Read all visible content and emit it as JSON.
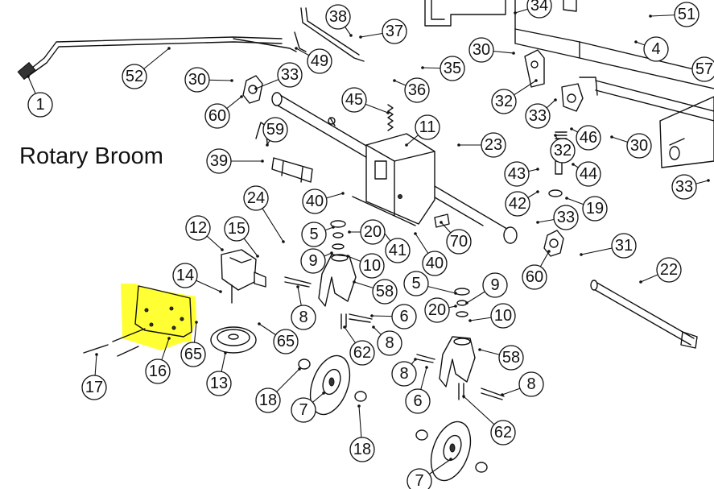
{
  "diagram": {
    "title": "Rotary Broom",
    "highlight_color": "#ffff33",
    "highlighted_part": "16",
    "callouts": [
      {
        "label": "1"
      },
      {
        "label": "52"
      },
      {
        "label": "30"
      },
      {
        "label": "33"
      },
      {
        "label": "60"
      },
      {
        "label": "49"
      },
      {
        "label": "38"
      },
      {
        "label": "37"
      },
      {
        "label": "35"
      },
      {
        "label": "36"
      },
      {
        "label": "45"
      },
      {
        "label": "11"
      },
      {
        "label": "59"
      },
      {
        "label": "39"
      },
      {
        "label": "23"
      },
      {
        "label": "34"
      },
      {
        "label": "51"
      },
      {
        "label": "4"
      },
      {
        "label": "57"
      },
      {
        "label": "30"
      },
      {
        "label": "32"
      },
      {
        "label": "33"
      },
      {
        "label": "32"
      },
      {
        "label": "46"
      },
      {
        "label": "30"
      },
      {
        "label": "44"
      },
      {
        "label": "43"
      },
      {
        "label": "42"
      },
      {
        "label": "19"
      },
      {
        "label": "33"
      },
      {
        "label": "33"
      },
      {
        "label": "31"
      },
      {
        "label": "60"
      },
      {
        "label": "22"
      },
      {
        "label": "70"
      },
      {
        "label": "40"
      },
      {
        "label": "40"
      },
      {
        "label": "41"
      },
      {
        "label": "20"
      },
      {
        "label": "5"
      },
      {
        "label": "9"
      },
      {
        "label": "10"
      },
      {
        "label": "24"
      },
      {
        "label": "12"
      },
      {
        "label": "15"
      },
      {
        "label": "14"
      },
      {
        "label": "58"
      },
      {
        "label": "8"
      },
      {
        "label": "6"
      },
      {
        "label": "8"
      },
      {
        "label": "62"
      },
      {
        "label": "65"
      },
      {
        "label": "16"
      },
      {
        "label": "65"
      },
      {
        "label": "17"
      },
      {
        "label": "13"
      },
      {
        "label": "18"
      },
      {
        "label": "7"
      },
      {
        "label": "5"
      },
      {
        "label": "9"
      },
      {
        "label": "20"
      },
      {
        "label": "10"
      },
      {
        "label": "58"
      },
      {
        "label": "8"
      },
      {
        "label": "6"
      },
      {
        "label": "8"
      },
      {
        "label": "62"
      },
      {
        "label": "18"
      },
      {
        "label": "7"
      }
    ]
  }
}
